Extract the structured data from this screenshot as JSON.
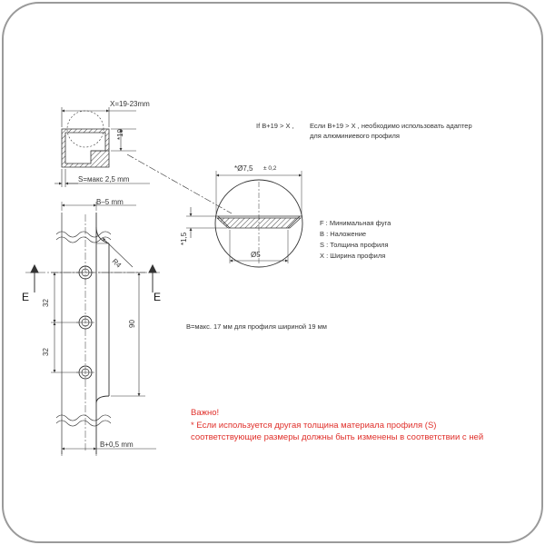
{
  "dimensions": {
    "x_range": "X=19-23mm",
    "height_10": "*10",
    "s_max": "S=макс 2,5 mm",
    "b_minus_5": "B–5 mm",
    "b_plus_05": "B+0,5 mm",
    "r4": "R4",
    "pitch_32_a": "32",
    "pitch_32_b": "32",
    "length_90": "90",
    "section_e_left": "E",
    "section_e_right": "E",
    "diameter_75": "*Ø7,5",
    "tolerance": "± 0,2",
    "depth_15": "*1,5",
    "diameter_5": "Ø5"
  },
  "notes": {
    "condition_prefix": "If B+19 > X ,",
    "condition_line1": "Если B+19 > X , необходимо использовать адаптер",
    "condition_line2": "для алюминиевого профиля",
    "b_note": "B=макс. 17 мм для профиля шириной 19 мм"
  },
  "legend": [
    "F : Минимальная фуга",
    "B : Наложение",
    "S : Толщина профиля",
    "X : Ширина профиля"
  ],
  "warning": {
    "title": "Важно!",
    "line1": "* Если используется другая толщина материала профиля (S)",
    "line2": "соответствующие размеры должны быть изменены в соответствии с ней"
  },
  "colors": {
    "frame": "#9a9a9a",
    "line": "#333333",
    "warning": "#e0302b"
  }
}
